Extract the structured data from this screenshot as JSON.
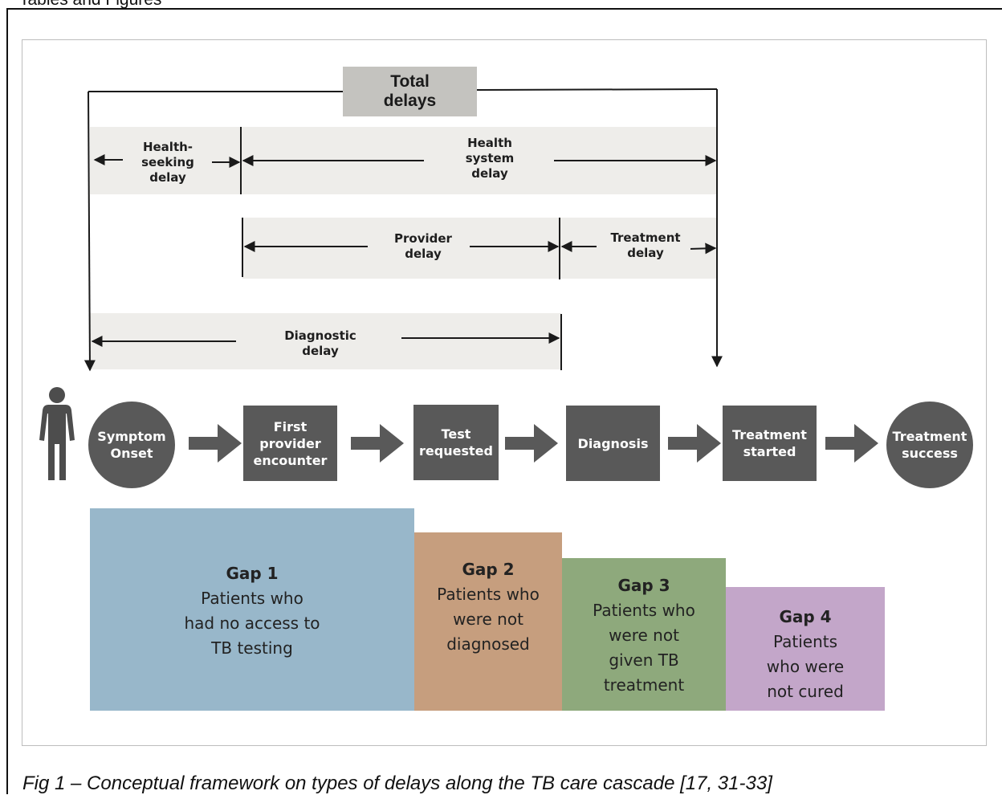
{
  "header_text": "Tables and Figures",
  "total_delays": "Total\ndelays",
  "delays": {
    "health_seeking": "Health-\nseeking\ndelay",
    "health_system": "Health\nsystem\ndelay",
    "provider": "Provider\ndelay",
    "treatment": "Treatment\ndelay",
    "diagnostic": "Diagnostic\ndelay"
  },
  "steps": [
    {
      "label": "Symptom\nOnset",
      "shape": "circle"
    },
    {
      "label": "First\nprovider\nencounter",
      "shape": "box"
    },
    {
      "label": "Test\nrequested",
      "shape": "box"
    },
    {
      "label": "Diagnosis",
      "shape": "box"
    },
    {
      "label": "Treatment\nstarted",
      "shape": "box"
    },
    {
      "label": "Treatment\nsuccess",
      "shape": "circle"
    }
  ],
  "gaps": [
    {
      "title": "Gap 1",
      "desc": "Patients who\nhad no access to\nTB testing",
      "color": "#98b7ca"
    },
    {
      "title": "Gap 2",
      "desc": "Patients who\nwere not\ndiagnosed",
      "color": "#c69e7e"
    },
    {
      "title": "Gap 3",
      "desc": "Patients who\nwere not\ngiven TB\ntreatment",
      "color": "#8ea97c"
    },
    {
      "title": "Gap 4",
      "desc": "Patients\nwho were\nnot cured",
      "color": "#c3a6c9"
    }
  ],
  "caption": "Fig 1 – Conceptual framework on types of delays along the TB care cascade [17, 31-33]",
  "colors": {
    "step_fill": "#595959",
    "band_fill": "#eeedea",
    "total_fill": "#c4c3bf"
  }
}
